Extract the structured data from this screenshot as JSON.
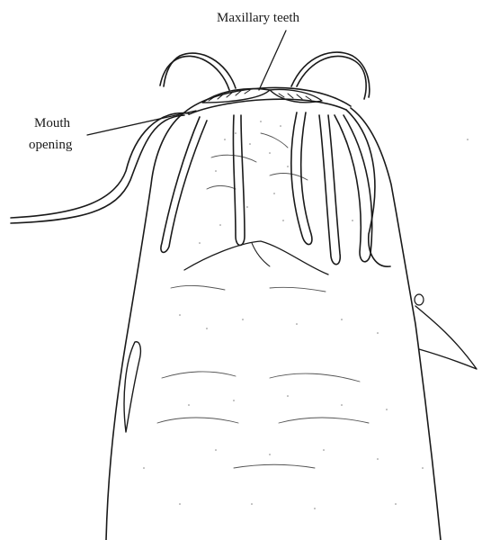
{
  "labels": {
    "maxillary_teeth": "Maxillary teeth",
    "mouth_line1": "Mouth",
    "mouth_line2": "opening"
  },
  "colors": {
    "ink": "#1a1a1a",
    "background": "#ffffff"
  }
}
